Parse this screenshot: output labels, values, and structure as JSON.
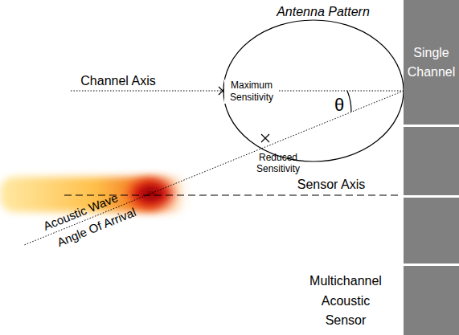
{
  "diagram": {
    "nodes": [
      {
        "text": [
          "Single Channel"
        ]
      }
    ],
    "labels": [
      "Antenna Pattern",
      "Channel Axis",
      "Maximum Sensitivity",
      "θ",
      "Reduced Sensitivity",
      "Sensor Axis",
      "Acoustic Wave",
      "Angle Of Arrival",
      "Multichannel Acoustic Sensor"
    ]
  }
}
